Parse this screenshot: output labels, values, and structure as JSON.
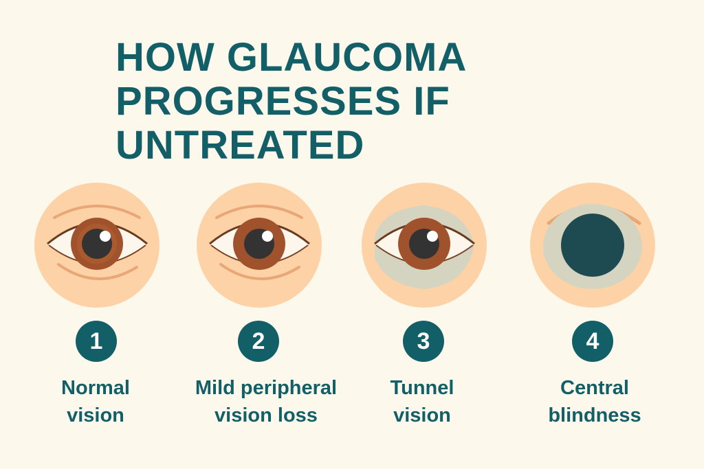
{
  "title": {
    "line1": "HOW GLAUCOMA",
    "line2": "PROGRESSES IF UNTREATED"
  },
  "colors": {
    "background": "#fdf8ec",
    "accent": "#135f68",
    "skin": "#fdd2a6",
    "iris": "#a0522d",
    "pupil": "#333333",
    "vision_loss": "#d4d4c0",
    "blind_center": "#1e4a52"
  },
  "stages": [
    {
      "number": "1",
      "label_line1": "Normal",
      "label_line2": "vision",
      "icon": "eye-normal-icon"
    },
    {
      "number": "2",
      "label_line1": "Mild peripheral",
      "label_line2": "vision loss",
      "icon": "eye-mild-loss-icon"
    },
    {
      "number": "3",
      "label_line1": "Tunnel",
      "label_line2": "vision",
      "icon": "eye-tunnel-vision-icon"
    },
    {
      "number": "4",
      "label_line1": "Central",
      "label_line2": "blindness",
      "icon": "eye-blindness-icon"
    }
  ]
}
